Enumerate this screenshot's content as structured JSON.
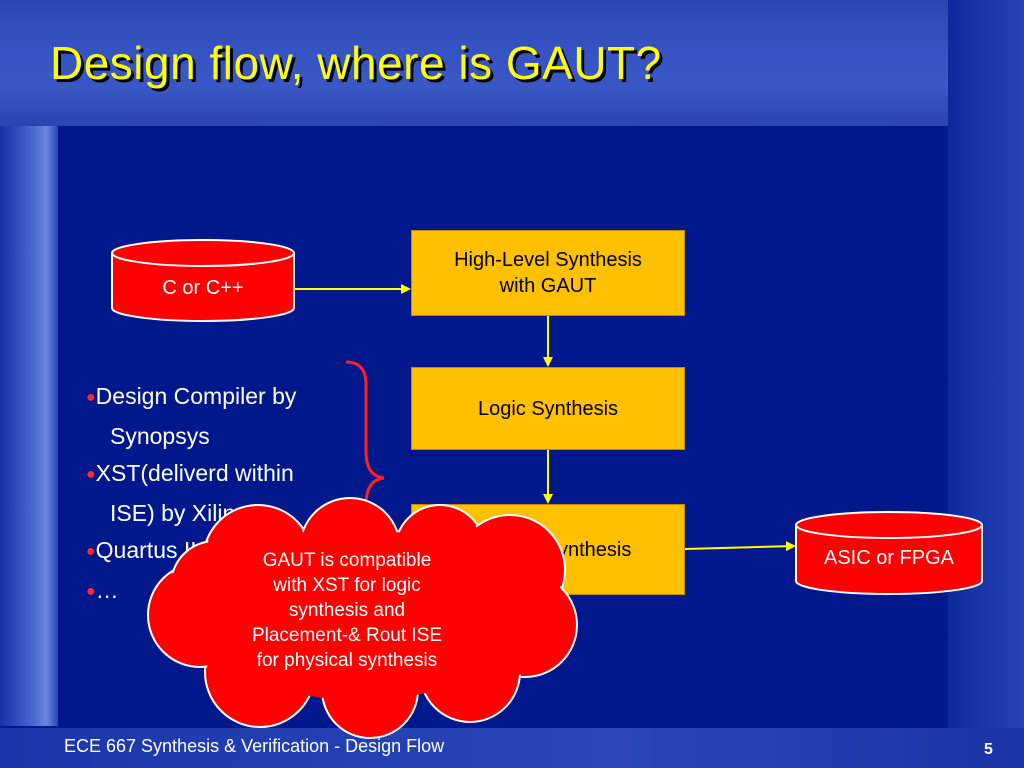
{
  "slide": {
    "title": "Design flow, where is GAUT?",
    "footer": "ECE 667 Synthesis & Verification - Design Flow",
    "page_number": "5"
  },
  "diagram": {
    "input_cylinder": "C or C++",
    "output_cylinder": "ASIC or FPGA",
    "box_hls_line1": "High-Level Synthesis",
    "box_hls_line2": "with GAUT",
    "box_logic": "Logic Synthesis",
    "box_physical": "Physical Synthesis"
  },
  "bullets": [
    {
      "line1": "Design Compiler by",
      "line2": "Synopsys"
    },
    {
      "line1": "XST(deliverd within",
      "line2": "ISE) by Xilinx"
    },
    {
      "line1": "Quartus II by Altera"
    },
    {
      "line1": "…"
    }
  ],
  "callout": {
    "line1": "GAUT is compatible",
    "line2": "with XST for logic",
    "line3": "synthesis and",
    "line4": "Placement-& Rout ISE",
    "line5": "for physical synthesis"
  },
  "colors": {
    "background": "#00188c",
    "title": "#ffff00",
    "box_fill": "#ffc000",
    "cylinder_fill": "#ff0000",
    "arrow": "#ffff00",
    "brace": "#ff2020",
    "cloud": "#ff0000"
  }
}
